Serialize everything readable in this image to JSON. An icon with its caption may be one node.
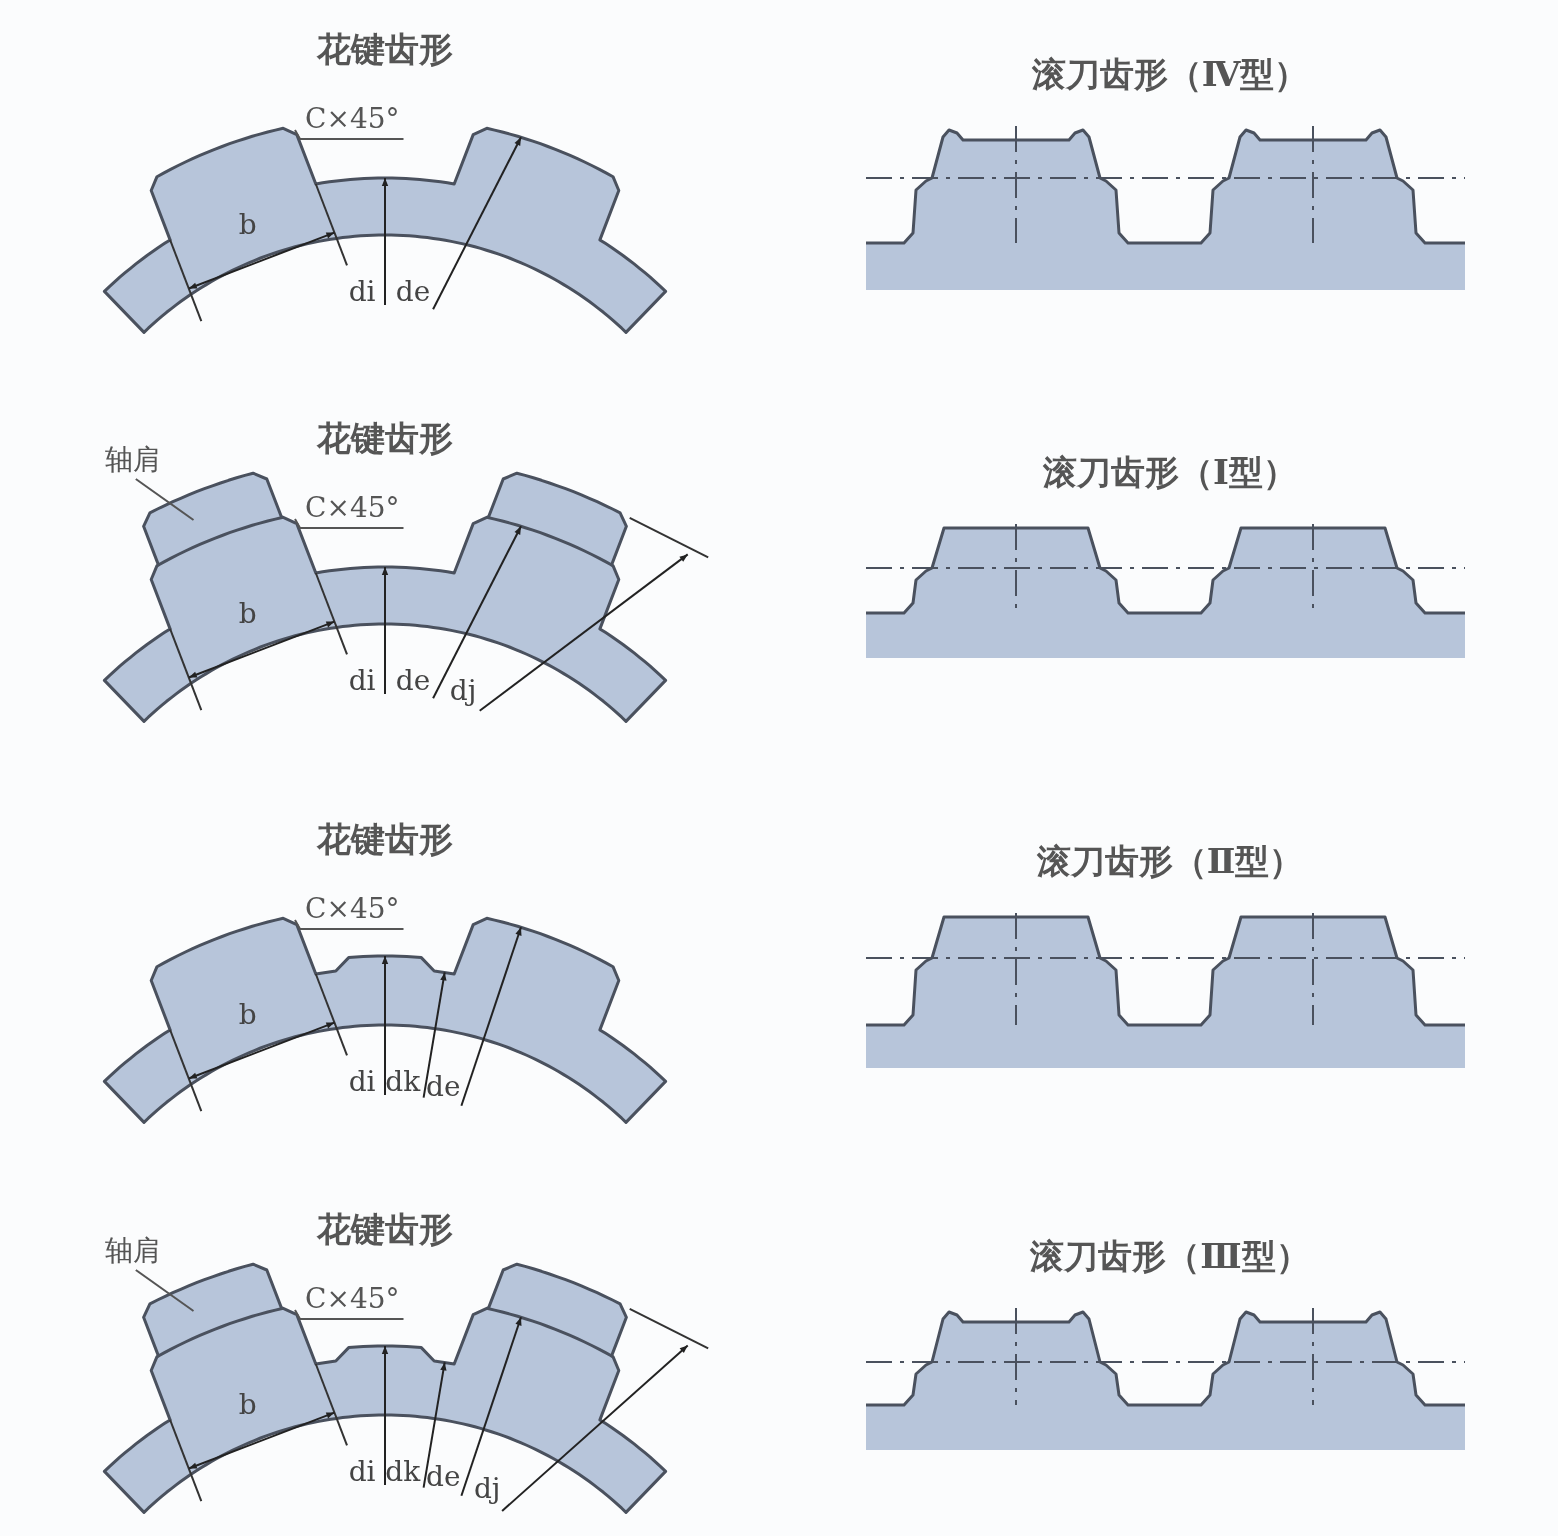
{
  "diagram": {
    "nodes": [
      {
        "text": [
          "C×45°"
        ]
      },
      {
        "text": [
          "轴肩"
        ]
      },
      {
        "text": [
          "C×45°"
        ]
      },
      {
        "text": [
          "C×45°"
        ]
      },
      {
        "text": [
          "轴肩"
        ]
      },
      {
        "text": [
          "C×45°"
        ]
      }
    ],
    "edges": [
      {
        "from": 0,
        "to": null,
        "arrow": "none"
      },
      {
        "from": 1,
        "to": null,
        "arrow": "none"
      },
      {
        "from": 2,
        "to": null,
        "arrow": "none"
      },
      {
        "from": 3,
        "to": null,
        "arrow": "none"
      },
      {
        "from": 4,
        "to": null,
        "arrow": "none"
      },
      {
        "from": 5,
        "to": null,
        "arrow": "none"
      }
    ],
    "labels": [
      "花键齿形",
      "滚刀齿形（Ⅳ型）",
      "b",
      "di",
      "de",
      "花键齿形",
      "滚刀齿形（Ⅰ型）",
      "b",
      "di",
      "de",
      "dj",
      "花键齿形",
      "滚刀齿形（Ⅱ型）",
      "b",
      "di",
      "dk",
      "de",
      "花键齿形",
      "滚刀齿形（Ⅲ型）",
      "b",
      "di",
      "dk",
      "de",
      "dj"
    ]
  }
}
